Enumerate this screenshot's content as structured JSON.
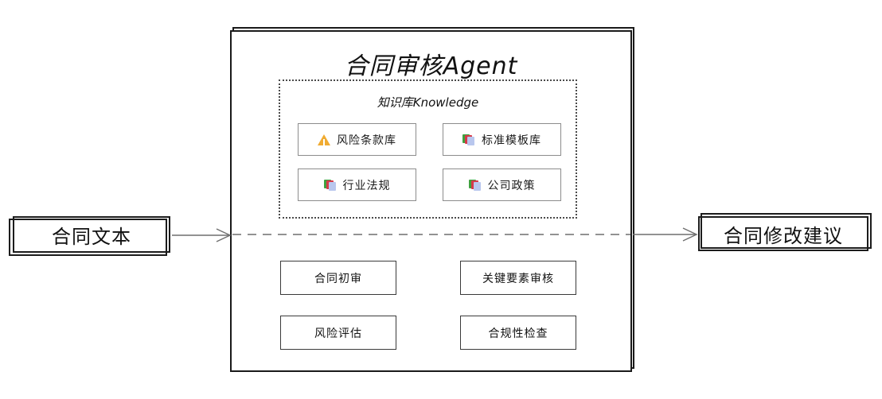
{
  "diagram": {
    "title": "合同审核Agent",
    "input": {
      "label": "合同文本"
    },
    "output": {
      "label": "合同修改建议"
    },
    "knowledge": {
      "title": "知识库Knowledge",
      "items": [
        {
          "label": "风险条款库",
          "icon": "warning-icon"
        },
        {
          "label": "标准模板库",
          "icon": "books-icon"
        },
        {
          "label": "行业法规",
          "icon": "books-icon"
        },
        {
          "label": "公司政策",
          "icon": "books-icon"
        }
      ]
    },
    "processes": [
      {
        "label": "合同初审"
      },
      {
        "label": "关键要素审核"
      },
      {
        "label": "风险评估"
      },
      {
        "label": "合规性检查"
      }
    ],
    "colors": {
      "warning": "#f0ab32",
      "book_green": "#3fa13f",
      "book_red": "#d63a4a",
      "book_blue": "#b9c7ee",
      "stroke": "#1a1a1a",
      "connector": "#6f6f6f"
    }
  }
}
